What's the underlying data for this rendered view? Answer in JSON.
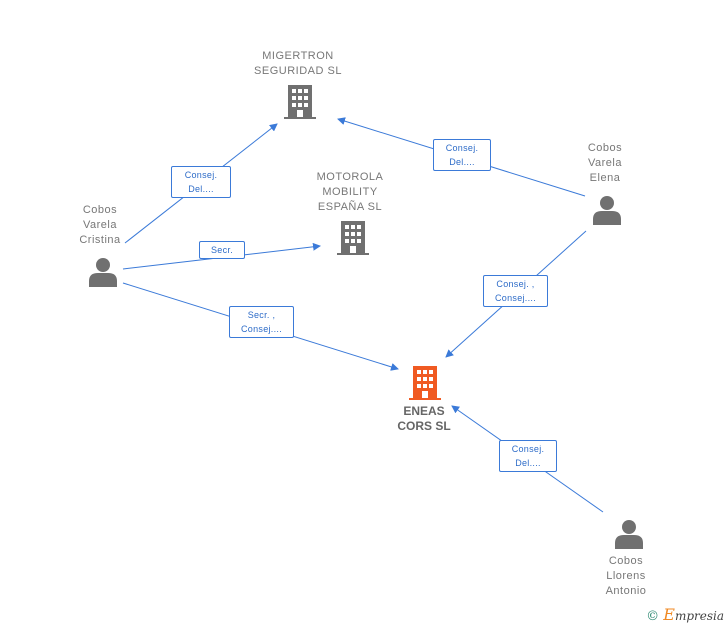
{
  "nodes": {
    "migertron": {
      "lines": [
        "MIGERTRON",
        "SEGURIDAD SL"
      ],
      "type": "company"
    },
    "motorola": {
      "lines": [
        "MOTOROLA",
        "MOBILITY",
        "ESPAÑA  SL"
      ],
      "type": "company"
    },
    "eneas": {
      "lines": [
        "ENEAS",
        "CORS SL"
      ],
      "type": "company-main"
    },
    "cristina": {
      "lines": [
        "Cobos",
        "Varela",
        "Cristina"
      ],
      "type": "person"
    },
    "elena": {
      "lines": [
        "Cobos",
        "Varela",
        "Elena"
      ],
      "type": "person"
    },
    "antonio": {
      "lines": [
        "Cobos",
        "Llorens",
        "Antonio"
      ],
      "type": "person"
    }
  },
  "edges": {
    "cristina_migertron": [
      "Consej.",
      "Del...."
    ],
    "cristina_motorola": [
      "Secr."
    ],
    "cristina_eneas": [
      "Secr. ,",
      "Consej...."
    ],
    "elena_migertron": [
      "Consej.",
      "Del...."
    ],
    "elena_eneas": [
      "Consej. ,",
      "Consej...."
    ],
    "antonio_eneas": [
      "Consej.",
      "Del...."
    ]
  },
  "footer": {
    "copyright": "©",
    "brand_initial": "E",
    "brand_rest": "mpresia"
  },
  "colors": {
    "edge": "#3b7ad8",
    "company": "#707070",
    "company_main": "#f05a22",
    "person": "#707070"
  }
}
